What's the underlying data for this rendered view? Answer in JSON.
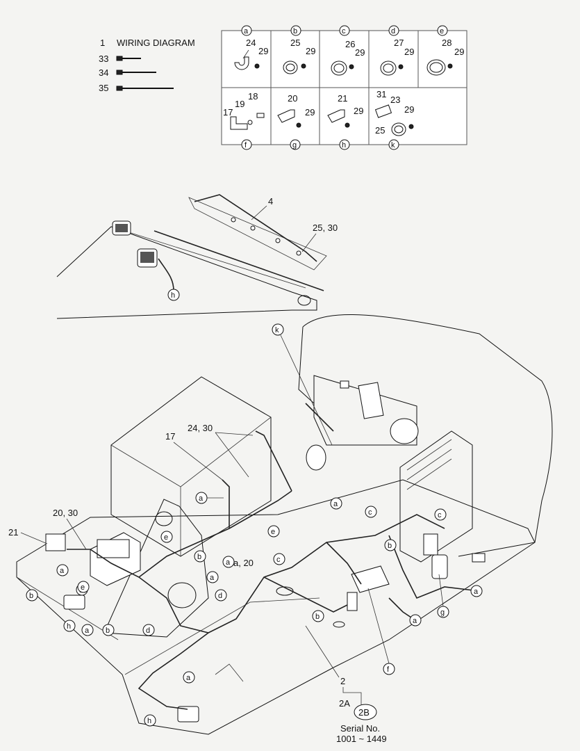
{
  "parts_list": [
    {
      "num": "1",
      "label": "WIRING DIAGRAM"
    },
    {
      "num": "33",
      "label": ""
    },
    {
      "num": "34",
      "label": ""
    },
    {
      "num": "35",
      "label": ""
    }
  ],
  "clamp_table": {
    "top_row": [
      {
        "letter": "a",
        "parts": [
          "24",
          "29"
        ]
      },
      {
        "letter": "b",
        "parts": [
          "25",
          "29"
        ]
      },
      {
        "letter": "c",
        "parts": [
          "26",
          "29"
        ]
      },
      {
        "letter": "d",
        "parts": [
          "27",
          "29"
        ]
      },
      {
        "letter": "e",
        "parts": [
          "28",
          "29"
        ]
      }
    ],
    "bottom_row": [
      {
        "letter": "f",
        "parts": [
          "18",
          "19",
          "17"
        ]
      },
      {
        "letter": "g",
        "parts": [
          "20",
          "29"
        ]
      },
      {
        "letter": "h",
        "parts": [
          "21",
          "29"
        ]
      },
      {
        "letter": "k",
        "parts": [
          "31",
          "23",
          "29",
          "25"
        ]
      }
    ]
  },
  "callouts": {
    "boom_harness": "4",
    "boom_clamp": "25, 30",
    "boom_h": "h",
    "k_top": "k",
    "clamp_24_30": "24, 30",
    "bracket_17": "17",
    "clamp_20_30": "20, 30",
    "relay_21": "21",
    "a_20": "a, 20",
    "main_harness": "2",
    "sub_2a": "2A",
    "sub_2b": "2B"
  },
  "letters": {
    "a": "a",
    "b": "b",
    "c": "c",
    "d": "d",
    "e": "e",
    "f": "f",
    "g": "g",
    "h": "h"
  },
  "serial": {
    "label": "Serial No.",
    "range": "1001 ~ 1449"
  }
}
